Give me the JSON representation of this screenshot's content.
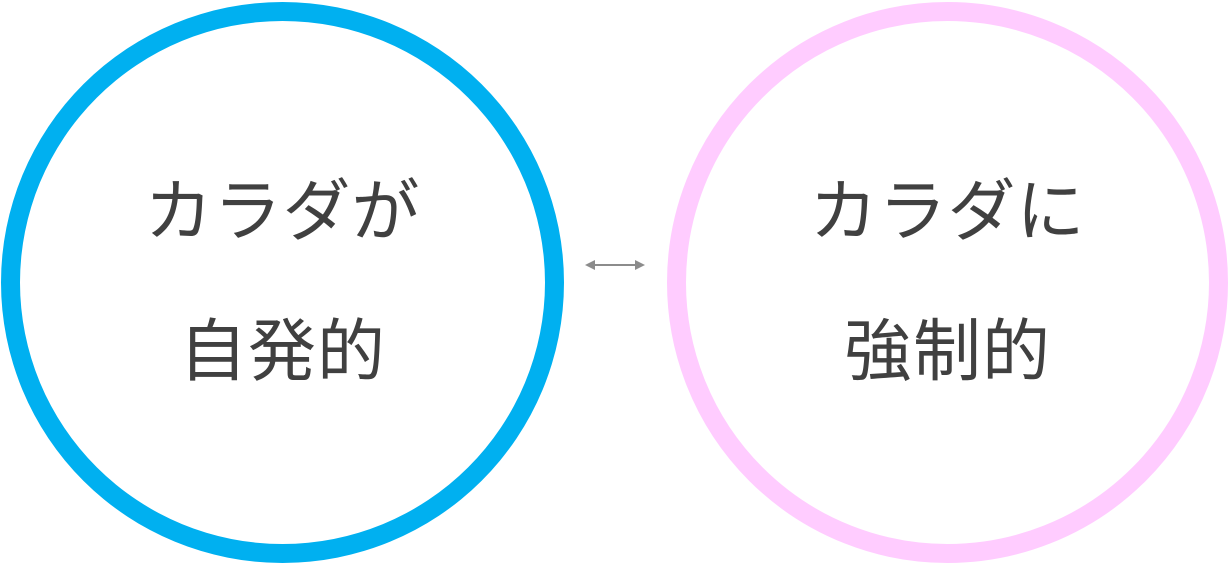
{
  "left_circle": {
    "line1": "カラダが",
    "line2": "自発的",
    "border_color": "#00b0f0"
  },
  "right_circle": {
    "line1": "カラダに",
    "line2": "強制的",
    "border_color": "#ffccff"
  },
  "connector": {
    "type": "double-headed-arrow",
    "color": "#8c8c8c"
  },
  "text_color": "#404040"
}
